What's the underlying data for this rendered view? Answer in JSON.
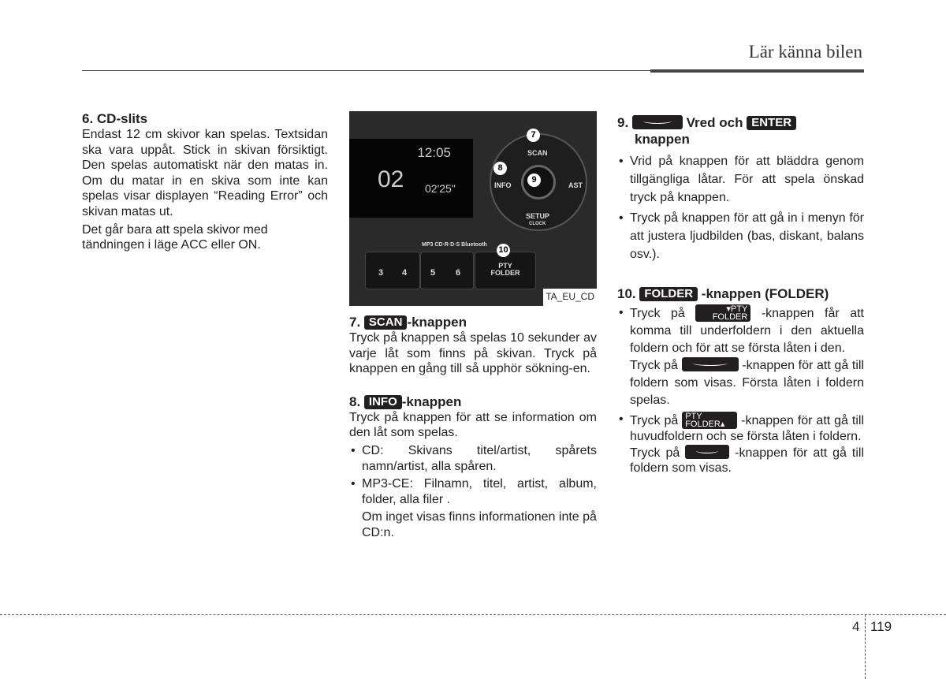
{
  "header": {
    "title": "Lär känna bilen"
  },
  "left": {
    "heading": "6. CD-slits",
    "p1": "Endast 12 cm skivor kan spelas. Textsidan ska vara uppåt. Stick in skivan försiktigt. Den spelas automatiskt när den matas in. Om du matar in en skiva som inte kan spelas visar displayen “Reading Error” och skivan matas ut.",
    "p2": "Det går bara att spela skivor med tändningen i läge ACC eller ON."
  },
  "figure": {
    "time": "12:05",
    "track": "02",
    "elapsed": "02'25\"",
    "scan": "SCAN",
    "info": "INFO",
    "ast": "AST",
    "setup": "SETUP",
    "clock": "CLOCK",
    "logos": "MP3  CD·R·D·S  Bluetooth",
    "b3": "3",
    "b4": "4",
    "b5": "5",
    "b6": "6",
    "pty": "PTY",
    "folder": "FOLDER",
    "n7": "7",
    "n8": "8",
    "n9": "9",
    "n10": "10",
    "caption": "TA_EU_CD"
  },
  "s7": {
    "num": "7.",
    "badge": "SCAN",
    "suffix": "-knappen",
    "text": "Tryck på knappen så spelas 10 sekunder av varje låt som finns på skivan. Tryck på knappen en gång till så upphör sökning-en."
  },
  "s8": {
    "num": "8.",
    "badge": "INFO",
    "suffix": "-knappen",
    "text": "Tryck på knappen för att se information om den låt som spelas.",
    "items": [
      "CD: Skivans titel/artist, spårets namn/artist, alla spåren.",
      "MP3-CE: Filnamn, titel, artist, album, folder, alla filer ."
    ],
    "note": "Om inget visas finns informationen inte på CD:n."
  },
  "s9": {
    "num": "9.",
    "mid": "Vred och",
    "badge": "ENTER",
    "line2": "knappen",
    "items": [
      "Vrid på knappen för att bläddra genom tillgängliga låtar. För att spela önskad tryck på knappen.",
      "Tryck på knappen för att gå in i menyn för att justera ljudbilden (bas, diskant, balans osv.)."
    ]
  },
  "s10": {
    "num": "10.",
    "badge": "FOLDER",
    "suffix": "-knappen (FOLDER)",
    "tryck": "Tryck på",
    "pty": "PTY",
    "folder": "FOLDER",
    "i1a": "-knappen får att komma till underfoldern i den aktuella foldern och för att se första låten i den.",
    "i1b": "-knappen  för att gå till foldern som visas. Första låten i foldern spelas.",
    "i2a": "-knappen för att gå till huvudfoldern och se första låten i foldern.",
    "i2b": "-knappen för att gå till foldern som visas."
  },
  "footer": {
    "chapter": "4",
    "page": "119"
  }
}
